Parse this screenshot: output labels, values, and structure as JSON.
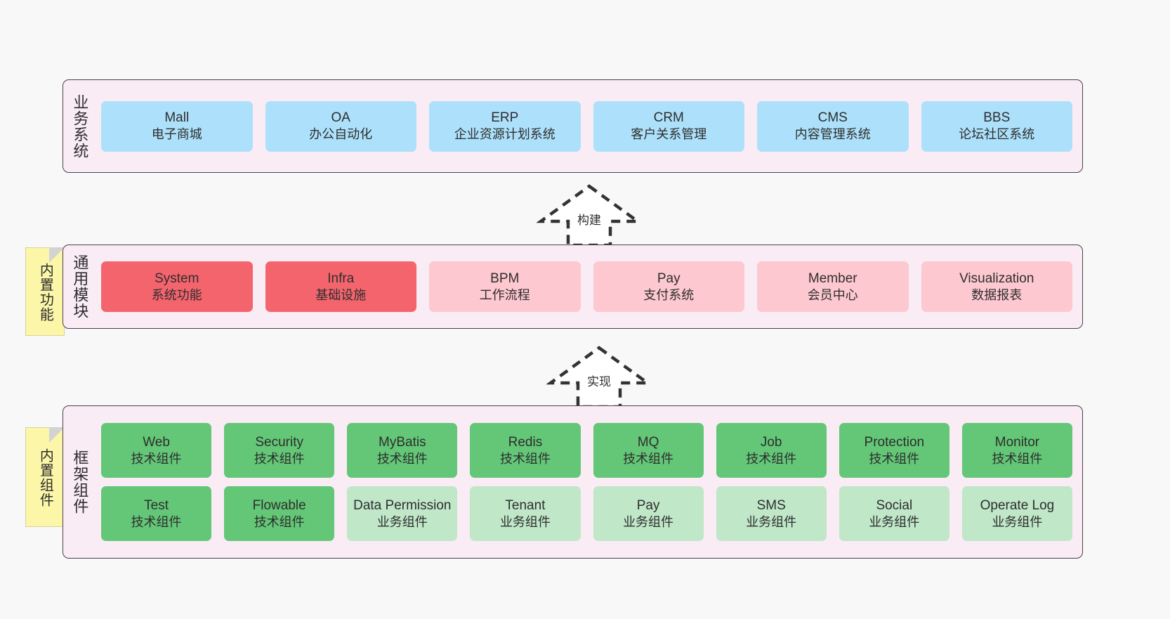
{
  "diagram": {
    "title": "",
    "colors": {
      "panel_bg": "#f9ecf5",
      "panel_border": "#4a414a",
      "business_card": "#ade1fb",
      "common_core_card": "#f4646d",
      "common_card": "#fdc8cf",
      "tech_component_card": "#63c777",
      "business_component_card": "#bfe7c8",
      "note_bg": "#fcf6a8",
      "canvas_bg": "#f8f8f8"
    },
    "layers": [
      {
        "id": "business",
        "title": "业务系统",
        "note": null,
        "rows": [
          {
            "cards": [
              {
                "l1": "Mall",
                "l2": "电子商城",
                "style": "c-blue"
              },
              {
                "l1": "OA",
                "l2": "办公自动化",
                "style": "c-blue"
              },
              {
                "l1": "ERP",
                "l2": "企业资源计划系统",
                "style": "c-blue"
              },
              {
                "l1": "CRM",
                "l2": "客户关系管理",
                "style": "c-blue"
              },
              {
                "l1": "CMS",
                "l2": "内容管理系统",
                "style": "c-blue"
              },
              {
                "l1": "BBS",
                "l2": "论坛社区系统",
                "style": "c-blue"
              }
            ]
          }
        ]
      },
      {
        "id": "common",
        "title": "通用模块",
        "note": "内置功能",
        "rows": [
          {
            "cards": [
              {
                "l1": "System",
                "l2": "系统功能",
                "style": "c-red"
              },
              {
                "l1": "Infra",
                "l2": "基础设施",
                "style": "c-red"
              },
              {
                "l1": "BPM",
                "l2": "工作流程",
                "style": "c-pink"
              },
              {
                "l1": "Pay",
                "l2": "支付系统",
                "style": "c-pink"
              },
              {
                "l1": "Member",
                "l2": "会员中心",
                "style": "c-pink"
              },
              {
                "l1": "Visualization",
                "l2": "数据报表",
                "style": "c-pink"
              }
            ]
          }
        ]
      },
      {
        "id": "framework",
        "title": "框架组件",
        "note": "内置组件",
        "rows": [
          {
            "cards": [
              {
                "l1": "Web",
                "l2": "技术组件",
                "style": "c-green"
              },
              {
                "l1": "Security",
                "l2": "技术组件",
                "style": "c-green"
              },
              {
                "l1": "MyBatis",
                "l2": "技术组件",
                "style": "c-green"
              },
              {
                "l1": "Redis",
                "l2": "技术组件",
                "style": "c-green"
              },
              {
                "l1": "MQ",
                "l2": "技术组件",
                "style": "c-green"
              },
              {
                "l1": "Job",
                "l2": "技术组件",
                "style": "c-green"
              },
              {
                "l1": "Protection",
                "l2": "技术组件",
                "style": "c-green"
              },
              {
                "l1": "Monitor",
                "l2": "技术组件",
                "style": "c-green"
              }
            ]
          },
          {
            "cards": [
              {
                "l1": "Test",
                "l2": "技术组件",
                "style": "c-green"
              },
              {
                "l1": "Flowable",
                "l2": "技术组件",
                "style": "c-green"
              },
              {
                "l1": "Data Permission",
                "l2": "业务组件",
                "style": "c-lightgreen"
              },
              {
                "l1": "Tenant",
                "l2": "业务组件",
                "style": "c-lightgreen"
              },
              {
                "l1": "Pay",
                "l2": "业务组件",
                "style": "c-lightgreen"
              },
              {
                "l1": "SMS",
                "l2": "业务组件",
                "style": "c-lightgreen"
              },
              {
                "l1": "Social",
                "l2": "业务组件",
                "style": "c-lightgreen"
              },
              {
                "l1": "Operate Log",
                "l2": "业务组件",
                "style": "c-lightgreen"
              }
            ]
          }
        ]
      }
    ],
    "connectors": [
      {
        "id": "build",
        "label": "构建"
      },
      {
        "id": "implement",
        "label": "实现"
      }
    ]
  }
}
